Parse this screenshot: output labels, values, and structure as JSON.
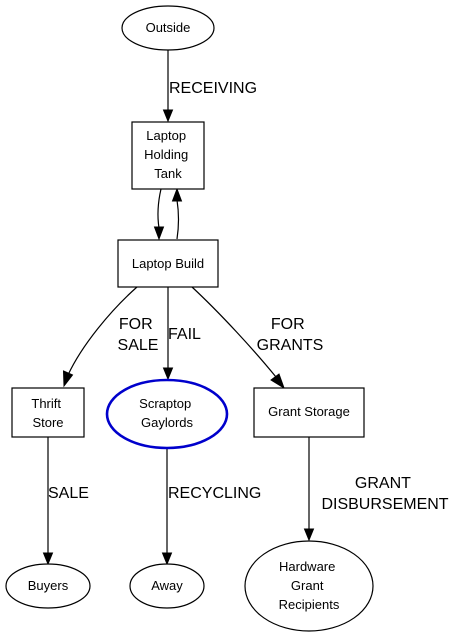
{
  "colors": {
    "node_stroke": "#000000",
    "highlight_stroke": "#0000cc",
    "background": "#ffffff"
  },
  "nodes": {
    "outside": {
      "lines": [
        "Outside"
      ]
    },
    "holding_tank": {
      "lines": [
        "Laptop",
        "Holding",
        "Tank"
      ]
    },
    "laptop_build": {
      "lines": [
        "Laptop Build"
      ]
    },
    "thrift_store": {
      "lines": [
        "Thrift",
        "Store"
      ]
    },
    "scraptop_gaylords": {
      "lines": [
        "Scraptop",
        "Gaylords"
      ]
    },
    "grant_storage": {
      "lines": [
        "Grant Storage"
      ]
    },
    "buyers": {
      "lines": [
        "Buyers"
      ]
    },
    "away": {
      "lines": [
        "Away"
      ]
    },
    "hardware_recipients": {
      "lines": [
        "Hardware",
        "Grant",
        "Recipients"
      ]
    }
  },
  "edges": {
    "receiving": {
      "lines": [
        "RECEIVING"
      ]
    },
    "for_sale": {
      "lines": [
        "FOR",
        "SALE"
      ]
    },
    "fail": {
      "lines": [
        "FAIL"
      ]
    },
    "for_grants": {
      "lines": [
        "FOR",
        "GRANTS"
      ]
    },
    "sale": {
      "lines": [
        "SALE"
      ]
    },
    "recycling": {
      "lines": [
        "RECYCLING"
      ]
    },
    "grant_disbursement": {
      "lines": [
        "GRANT",
        "DISBURSEMENT"
      ]
    }
  }
}
